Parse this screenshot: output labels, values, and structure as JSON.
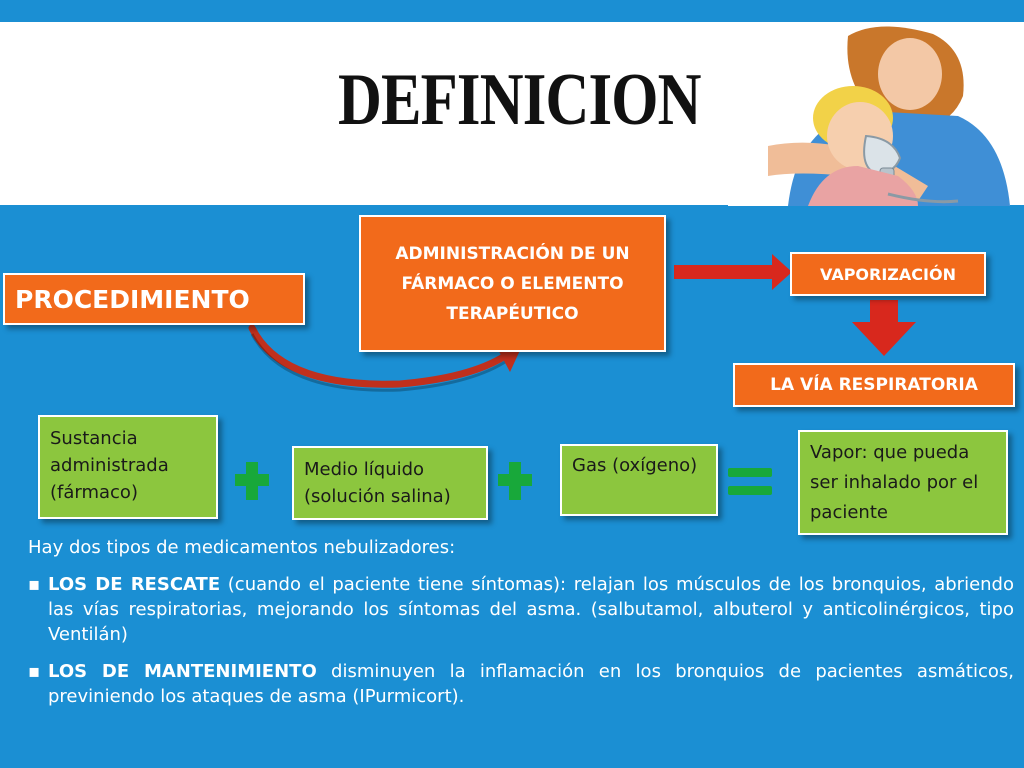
{
  "title": "DEFINICION",
  "diagram": {
    "procedimiento": "PROCEDIMIENTO",
    "administracion": "ADMINISTRACIÓN DE UN FÁRMACO O ELEMENTO TERAPÉUTICO",
    "vaporizacion": "VAPORIZACIÓN",
    "via_respiratoria": "LA VÍA RESPIRATORIA",
    "sustancia": "Sustancia administrada (fármaco)",
    "medio": "Medio líquido (solución salina)",
    "gas": "Gas (oxígeno)",
    "vapor": "Vapor: que pueda ser inhalado por el paciente"
  },
  "body": {
    "intro": "Hay dos tipos de medicamentos nebulizadores:",
    "bullet_marker": "▪",
    "rescate_label": "LOS DE RESCATE",
    "rescate_text": " (cuando el paciente tiene síntomas): relajan los músculos de los bronquios, abriendo las vías respiratorias, mejorando los síntomas del asma. (salbutamol, albuterol y anticolinérgicos, tipo Ventilán)",
    "mantenimiento_label": "LOS DE MANTENIMIENTO",
    "mantenimiento_text": " disminuyen la inflamación en los bronquios de pacientes asmáticos, previniendo los ataques de asma (IPurmicort)."
  },
  "colors": {
    "background": "#1b8fd3",
    "orange_box": "#f26a1b",
    "green_box": "#8cc63e",
    "symbol_green": "#18a83a",
    "arrow_red": "#d8281d"
  }
}
